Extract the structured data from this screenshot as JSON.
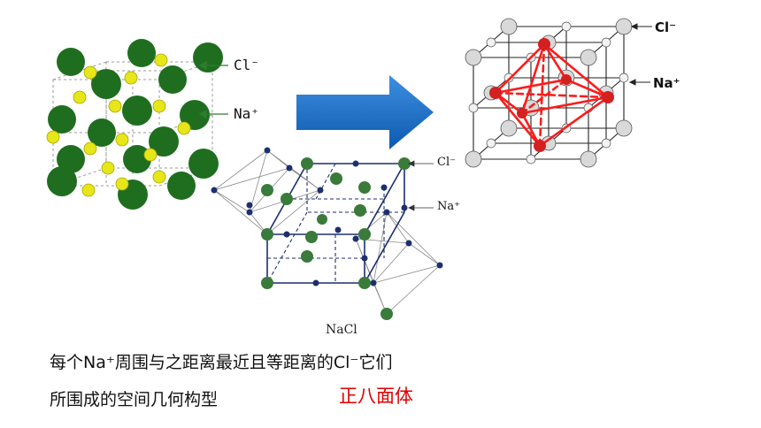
{
  "left_diagram": {
    "cl_label": "Cl⁻",
    "na_label": "Na⁺",
    "colors": {
      "cl": "#1e6b1e",
      "na": "#e8e81a",
      "arrow": "#2e7d2e"
    }
  },
  "middle_diagram": {
    "caption": "NaCl",
    "cl_label": "Cl⁻",
    "na_label": "Na⁺",
    "colors": {
      "cl": "#3a7a3a",
      "na": "#1c2f6e",
      "edge": "#1c2f6e"
    }
  },
  "right_diagram": {
    "cl_label": "Cl⁻",
    "na_label": "Na⁺",
    "colors": {
      "sphere": "#d8d8d8",
      "highlight": "#ff1a1a"
    }
  },
  "big_arrow": {
    "color": "#1a6fc4",
    "direction": "right"
  },
  "text": {
    "line1": "每个Na⁺周围与之距离最近且等距离的Cl⁻它们",
    "line2": "所围成的空间几何构型",
    "answer": "正八面体"
  }
}
